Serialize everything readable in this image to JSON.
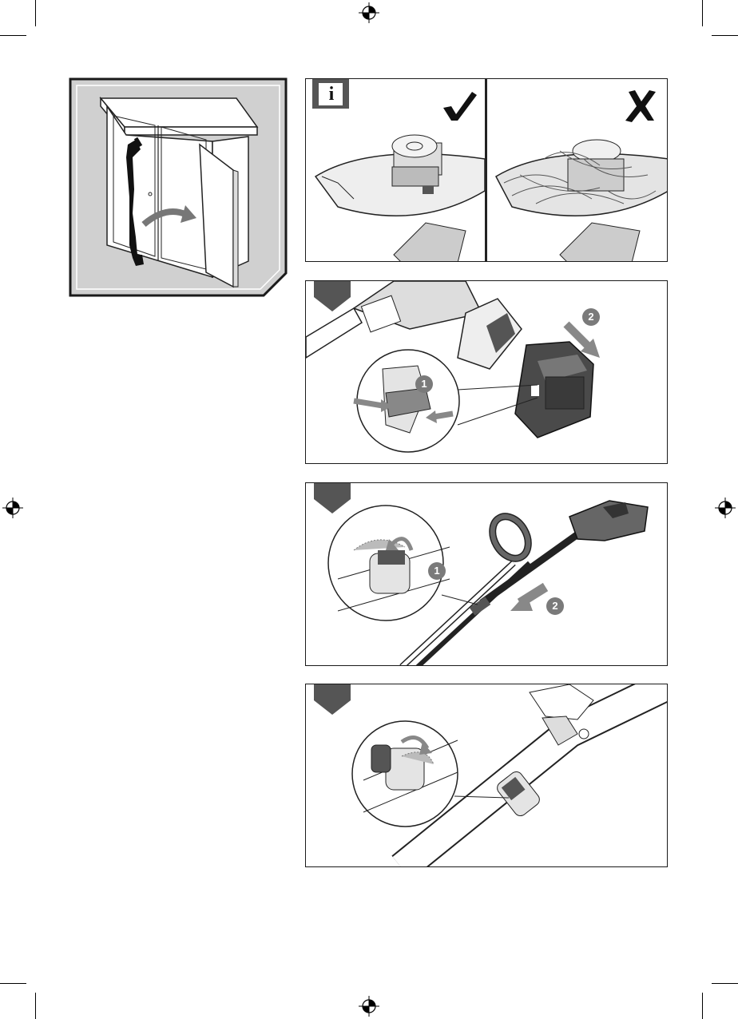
{
  "page": {
    "background": "#ffffff",
    "panel_border": "#1a1a1a",
    "step_tab_color": "#555555",
    "arrow_color": "#8a8a8a",
    "part_dark": "#4a4a4a",
    "part_light": "#e6e6e6"
  },
  "storage_panel": {
    "icon": "cabinet-storage-illustration"
  },
  "info_panel": {
    "info_icon": "info-icon",
    "info_letter": "i",
    "correct_icon": "check-mark-icon",
    "wrong_icon": "x-mark-icon"
  },
  "step_panels": [
    {
      "markers": [
        "1",
        "2"
      ],
      "icon": "battery-removal-illustration"
    },
    {
      "markers": [
        "1",
        "2"
      ],
      "icon": "shaft-clip-release-illustration"
    },
    {
      "markers": [],
      "icon": "shaft-clip-close-illustration"
    }
  ]
}
